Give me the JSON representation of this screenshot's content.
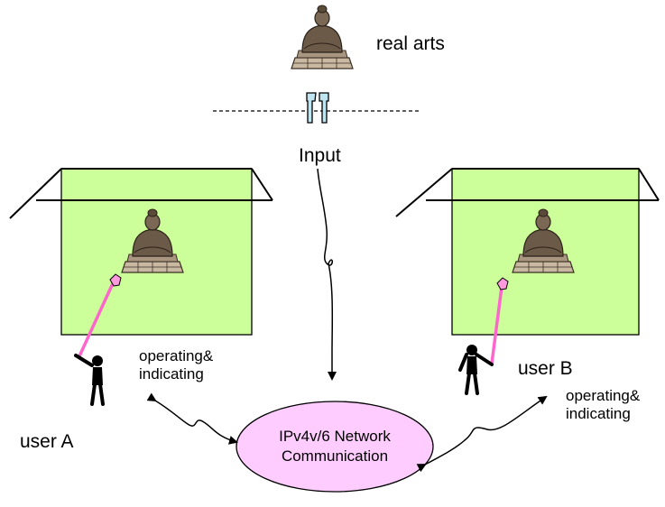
{
  "labels": {
    "real_arts": "real arts",
    "input": "Input",
    "user_a": "user A",
    "user_b": "user B",
    "operating_indicating_a": [
      "operating&",
      "indicating"
    ],
    "operating_indicating_b": [
      "operating&",
      "indicating"
    ],
    "network": [
      "IPv4v/6 Network",
      "Communication"
    ]
  },
  "colors": {
    "screen_fill": "#ccff99",
    "network_fill": "#ffccff",
    "pointer_color": "#ff66cc",
    "line_color": "#000000"
  }
}
